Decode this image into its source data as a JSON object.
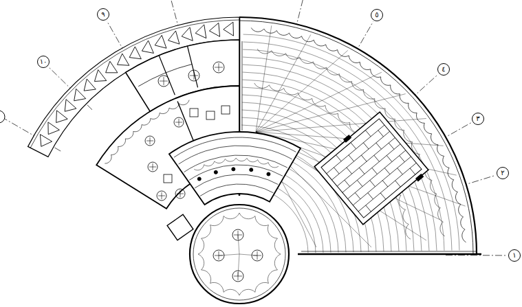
{
  "diagram": {
    "nodes": [
      {
        "text": [
          "٩"
        ]
      },
      {
        "text": [
          "٥"
        ]
      },
      {
        "text": [
          "١٠"
        ]
      },
      {
        "text": [
          "٤"
        ]
      },
      {
        "text": [
          "٣"
        ]
      },
      {
        "text": [
          "٢"
        ]
      },
      {
        "text": [
          "١"
        ]
      }
    ]
  }
}
